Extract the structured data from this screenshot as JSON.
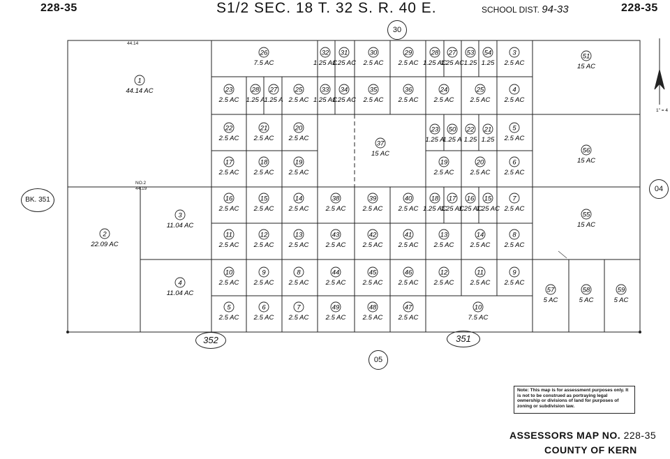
{
  "header": {
    "map_code_left": "228-35",
    "map_code_right": "228-35",
    "title": "S1/2 SEC. 18 T. 32 S. R. 40 E.",
    "school_label": "SCHOOL DIST.",
    "school_district": "94-33"
  },
  "adjacent_refs": {
    "top": "30",
    "bottom": "05",
    "right": "04",
    "left": "BK. 351",
    "bottom_left_book": "352",
    "bottom_right_book": "351"
  },
  "dimension_labels": {
    "top": "44.14",
    "no2_label": "NO.2",
    "no2_value": "44.19"
  },
  "parcels": [
    {
      "n": "1",
      "a": "44.14 AC"
    },
    {
      "n": "2",
      "a": "22.09 AC"
    },
    {
      "n": "3",
      "a": "11.04 AC"
    },
    {
      "n": "4",
      "a": "11.04 AC"
    },
    {
      "n": "26",
      "a": "7.5 AC"
    },
    {
      "n": "32",
      "a": "1.25 AC"
    },
    {
      "n": "31",
      "a": "1.25 AC"
    },
    {
      "n": "30",
      "a": "2.5 AC"
    },
    {
      "n": "29",
      "a": "2.5 AC"
    },
    {
      "n": "28",
      "a": "1.25 AC"
    },
    {
      "n": "27",
      "a": "1.25 AC"
    },
    {
      "n": "53",
      "a": "1.25"
    },
    {
      "n": "54",
      "a": "1.25"
    },
    {
      "n": "3",
      "a": "2.5 AC"
    },
    {
      "n": "51",
      "a": "15 AC"
    },
    {
      "n": "23",
      "a": "2.5 AC"
    },
    {
      "n": "28",
      "a": "1.25 A"
    },
    {
      "n": "27",
      "a": "1.25 A"
    },
    {
      "n": "25",
      "a": "2.5 AC"
    },
    {
      "n": "33",
      "a": "1.25 AC"
    },
    {
      "n": "34",
      "a": "1.25 AC"
    },
    {
      "n": "35",
      "a": "2.5 AC"
    },
    {
      "n": "36",
      "a": "2.5 AC"
    },
    {
      "n": "24",
      "a": "2.5 AC"
    },
    {
      "n": "25",
      "a": "2.5 AC"
    },
    {
      "n": "4",
      "a": "2.5 AC"
    },
    {
      "n": "22",
      "a": "2.5 AC"
    },
    {
      "n": "21",
      "a": "2.5 AC"
    },
    {
      "n": "20",
      "a": "2.5 AC"
    },
    {
      "n": "37",
      "a": "15 AC"
    },
    {
      "n": "23",
      "a": "1.25 A"
    },
    {
      "n": "50",
      "a": "1.25 A"
    },
    {
      "n": "22",
      "a": "1.25"
    },
    {
      "n": "21",
      "a": "1.25"
    },
    {
      "n": "5",
      "a": "2.5 AC"
    },
    {
      "n": "56",
      "a": "15 AC"
    },
    {
      "n": "17",
      "a": "2.5 AC"
    },
    {
      "n": "18",
      "a": "2.5 AC"
    },
    {
      "n": "19",
      "a": "2.5 AC"
    },
    {
      "n": "19",
      "a": "2.5 AC"
    },
    {
      "n": "20",
      "a": "2.5 AC"
    },
    {
      "n": "6",
      "a": "2.5 AC"
    },
    {
      "n": "16",
      "a": "2.5 AC"
    },
    {
      "n": "15",
      "a": "2.5 AC"
    },
    {
      "n": "14",
      "a": "2.5 AC"
    },
    {
      "n": "38",
      "a": "2.5 AC"
    },
    {
      "n": "39",
      "a": "2.5 AC"
    },
    {
      "n": "40",
      "a": "2.5 AC"
    },
    {
      "n": "18",
      "a": "1.25 AC"
    },
    {
      "n": "17",
      "a": "1.25 AC"
    },
    {
      "n": "16",
      "a": "1.25 AC"
    },
    {
      "n": "15",
      "a": "1.25 AC"
    },
    {
      "n": "7",
      "a": "2.5 AC"
    },
    {
      "n": "55",
      "a": "15 AC"
    },
    {
      "n": "11",
      "a": "2.5 AC"
    },
    {
      "n": "12",
      "a": "2.5 AC"
    },
    {
      "n": "13",
      "a": "2.5 AC"
    },
    {
      "n": "43",
      "a": "2.5 AC"
    },
    {
      "n": "42",
      "a": "2.5 AC"
    },
    {
      "n": "41",
      "a": "2.5 AC"
    },
    {
      "n": "13",
      "a": "2.5 AC"
    },
    {
      "n": "14",
      "a": "2.5 AC"
    },
    {
      "n": "8",
      "a": "2.5 AC"
    },
    {
      "n": "10",
      "a": "2.5 AC"
    },
    {
      "n": "9",
      "a": "2.5 AC"
    },
    {
      "n": "8",
      "a": "2.5 AC"
    },
    {
      "n": "44",
      "a": "2.5 AC"
    },
    {
      "n": "45",
      "a": "2.5 AC"
    },
    {
      "n": "46",
      "a": "2.5 AC"
    },
    {
      "n": "12",
      "a": "2.5 AC"
    },
    {
      "n": "11",
      "a": "2.5 AC"
    },
    {
      "n": "9",
      "a": "2.5 AC"
    },
    {
      "n": "57",
      "a": "5 AC"
    },
    {
      "n": "58",
      "a": "5 AC"
    },
    {
      "n": "59",
      "a": "5 AC"
    },
    {
      "n": "5",
      "a": "2.5 AC"
    },
    {
      "n": "6",
      "a": "2.5 AC"
    },
    {
      "n": "7",
      "a": "2.5 AC"
    },
    {
      "n": "49",
      "a": "2.5 AC"
    },
    {
      "n": "48",
      "a": "2.5 AC"
    },
    {
      "n": "47",
      "a": "2.5 AC"
    },
    {
      "n": "10",
      "a": "7.5 AC"
    }
  ],
  "note": "Note: This map is for assessment purposes only. It is not to be construed as portraying legal ownership or divisions of land for purposes of zoning or subdivision law.",
  "footer": {
    "label": "ASSESSORS MAP NO.",
    "map_no": "228-35",
    "county": "COUNTY OF KERN",
    "north_scale": "1\" = 4"
  }
}
